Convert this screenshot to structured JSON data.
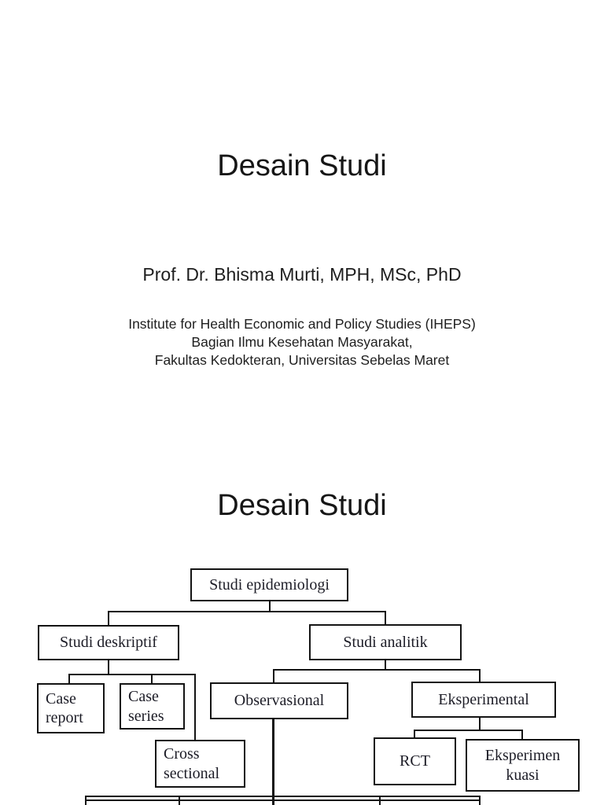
{
  "page": {
    "background": "#ffffff",
    "text_color": "#1a1a1a",
    "line_color": "#141414"
  },
  "slide1": {
    "title": "Desain Studi",
    "author": "Prof. Dr. Bhisma Murti, MPH, MSc, PhD",
    "affiliation_lines": [
      "Institute for Health Economic and Policy Studies (IHEPS)",
      "Bagian Ilmu Kesehatan Masyarakat,",
      "Fakultas Kedokteran, Universitas Sebelas Maret"
    ]
  },
  "slide2": {
    "title": "Desain Studi",
    "diagram": {
      "type": "tree",
      "nodes": {
        "studi_epidemiologi": "Studi epidemiologi",
        "studi_deskriptif": "Studi deskriptif",
        "studi_analitik": "Studi analitik",
        "case_report": "Case report",
        "case_series": "Case series",
        "observasional": "Observasional",
        "eksperimental": "Eksperimental",
        "cross_sectional": "Cross sectional",
        "rct": "RCT",
        "eksperimen_kuasi": "Eksperimen kuasi"
      },
      "hierarchy": [
        {
          "parent": "Studi epidemiologi",
          "children": [
            "Studi deskriptif",
            "Studi analitik"
          ]
        },
        {
          "parent": "Studi deskriptif",
          "children": [
            "Case report",
            "Case series",
            "Cross sectional"
          ]
        },
        {
          "parent": "Studi analitik",
          "children": [
            "Observasional",
            "Eksperimental"
          ]
        },
        {
          "parent": "Eksperimental",
          "children": [
            "RCT",
            "Eksperimen kuasi"
          ]
        },
        {
          "parent": "Observasional",
          "children": [
            "(row of boxes cut off at page bottom)"
          ]
        }
      ]
    }
  }
}
